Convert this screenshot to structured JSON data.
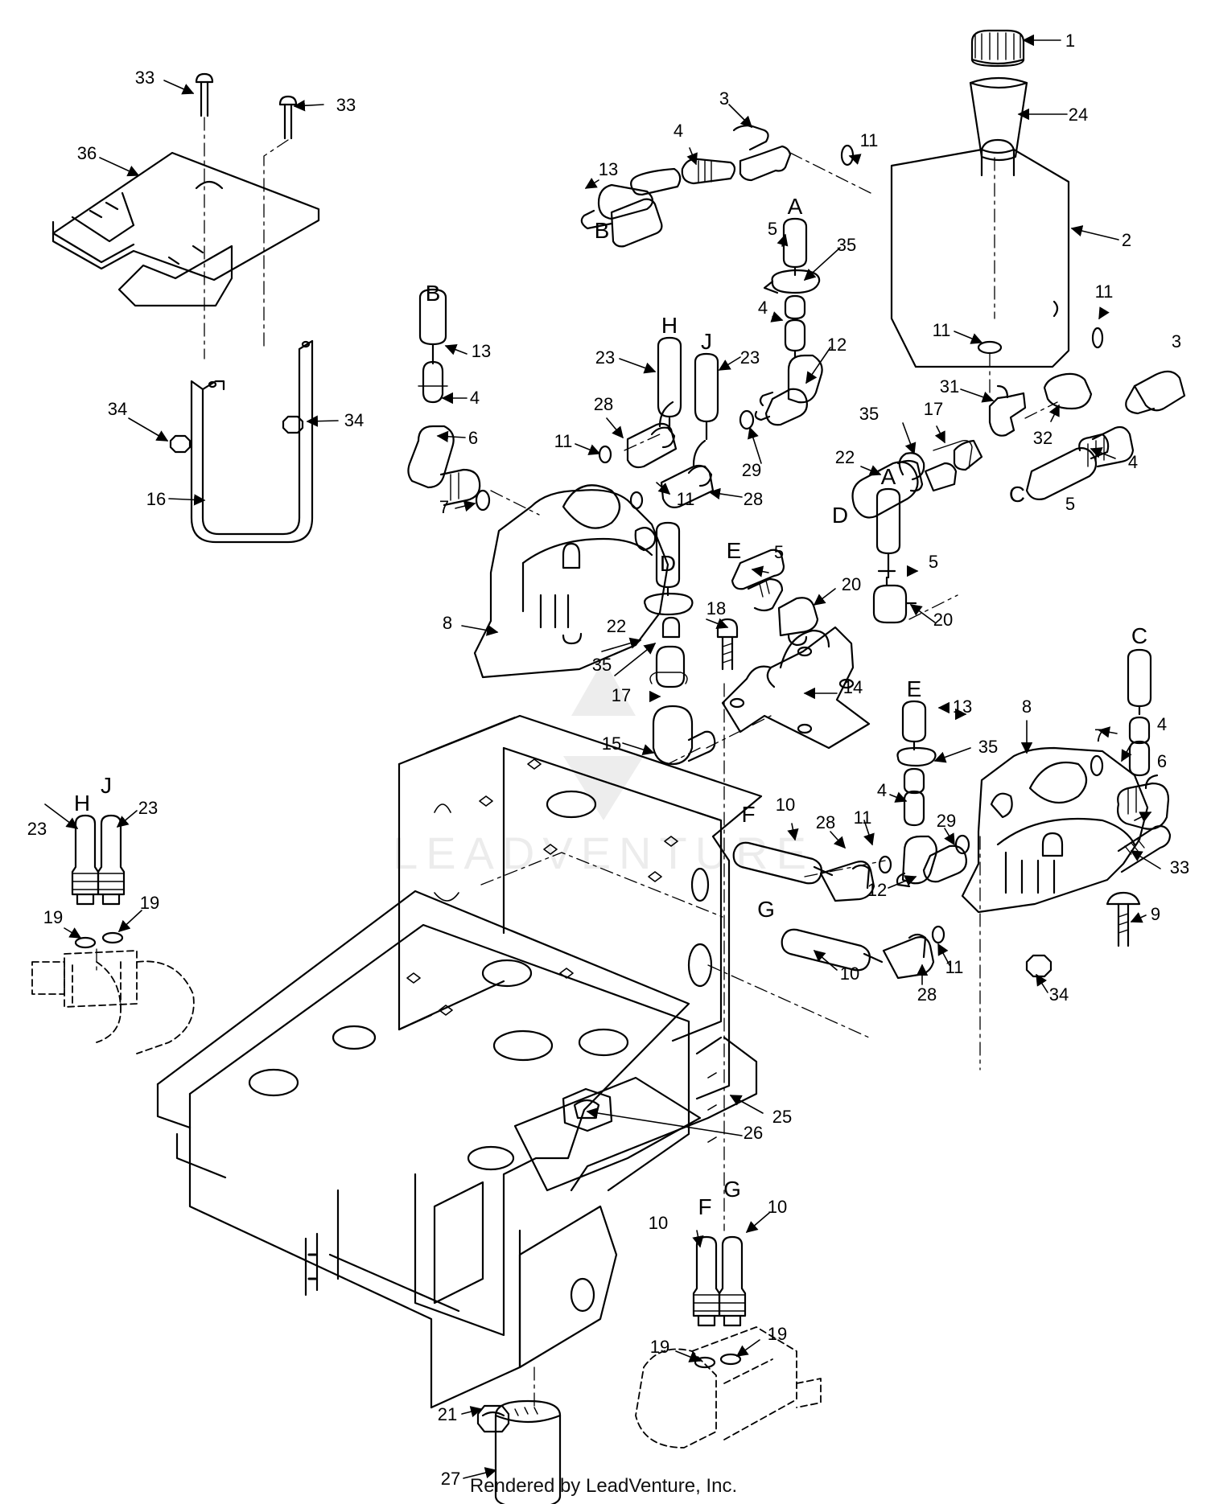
{
  "footer": "Rendered by LeadVenture, Inc.",
  "watermark": "LEADVENTURE",
  "callouts": [
    {
      "id": "c1",
      "text": "1"
    },
    {
      "id": "c24",
      "text": "24"
    },
    {
      "id": "c2",
      "text": "2"
    },
    {
      "id": "c11a",
      "text": "11"
    },
    {
      "id": "c11b",
      "text": "11"
    },
    {
      "id": "c11c",
      "text": "11"
    },
    {
      "id": "c3a",
      "text": "3"
    },
    {
      "id": "c4a",
      "text": "4"
    },
    {
      "id": "c13a",
      "text": "13"
    },
    {
      "id": "c5a",
      "text": "5"
    },
    {
      "id": "c35a",
      "text": "35"
    },
    {
      "id": "c4b",
      "text": "4"
    },
    {
      "id": "c12a",
      "text": "12"
    },
    {
      "id": "c31",
      "text": "31"
    },
    {
      "id": "c35b",
      "text": "35"
    },
    {
      "id": "c17a",
      "text": "17"
    },
    {
      "id": "c22a",
      "text": "22"
    },
    {
      "id": "c32",
      "text": "32"
    },
    {
      "id": "c3b",
      "text": "3"
    },
    {
      "id": "c4c",
      "text": "4"
    },
    {
      "id": "c5b",
      "text": "5"
    },
    {
      "id": "c13b",
      "text": "13"
    },
    {
      "id": "c4d",
      "text": "4"
    },
    {
      "id": "c6a",
      "text": "6"
    },
    {
      "id": "c7a",
      "text": "7"
    },
    {
      "id": "c8a",
      "text": "8"
    },
    {
      "id": "c23a",
      "text": "23"
    },
    {
      "id": "c23b",
      "text": "23"
    },
    {
      "id": "c28a",
      "text": "28"
    },
    {
      "id": "c11d",
      "text": "11"
    },
    {
      "id": "c11e",
      "text": "11"
    },
    {
      "id": "c28b",
      "text": "28"
    },
    {
      "id": "c29a",
      "text": "29"
    },
    {
      "id": "c33a",
      "text": "33"
    },
    {
      "id": "c33b",
      "text": "33"
    },
    {
      "id": "c36",
      "text": "36"
    },
    {
      "id": "c34a",
      "text": "34"
    },
    {
      "id": "c34b",
      "text": "34"
    },
    {
      "id": "c16",
      "text": "16"
    },
    {
      "id": "c5c",
      "text": "5"
    },
    {
      "id": "c20a",
      "text": "20"
    },
    {
      "id": "c5d",
      "text": "5"
    },
    {
      "id": "c20b",
      "text": "20"
    },
    {
      "id": "c22b",
      "text": "22"
    },
    {
      "id": "c35c",
      "text": "35"
    },
    {
      "id": "c18",
      "text": "18"
    },
    {
      "id": "c17b",
      "text": "17"
    },
    {
      "id": "c14",
      "text": "14"
    },
    {
      "id": "c15",
      "text": "15"
    },
    {
      "id": "c13c",
      "text": "13"
    },
    {
      "id": "c35d",
      "text": "35"
    },
    {
      "id": "c8b",
      "text": "8"
    },
    {
      "id": "c7b",
      "text": "7"
    },
    {
      "id": "c4e",
      "text": "4"
    },
    {
      "id": "c6b",
      "text": "6"
    },
    {
      "id": "c4f",
      "text": "4"
    },
    {
      "id": "c10a",
      "text": "10"
    },
    {
      "id": "c28c",
      "text": "28"
    },
    {
      "id": "c11f",
      "text": "11"
    },
    {
      "id": "c29b",
      "text": "29"
    },
    {
      "id": "c12b",
      "text": "12"
    },
    {
      "id": "c33c",
      "text": "33"
    },
    {
      "id": "c9",
      "text": "9"
    },
    {
      "id": "c10b",
      "text": "10"
    },
    {
      "id": "c28d",
      "text": "28"
    },
    {
      "id": "c11g",
      "text": "11"
    },
    {
      "id": "c34c",
      "text": "34"
    },
    {
      "id": "c23c",
      "text": "23"
    },
    {
      "id": "c23d",
      "text": "23"
    },
    {
      "id": "c19a",
      "text": "19"
    },
    {
      "id": "c19b",
      "text": "19"
    },
    {
      "id": "c26",
      "text": "26"
    },
    {
      "id": "c25",
      "text": "25"
    },
    {
      "id": "c10c",
      "text": "10"
    },
    {
      "id": "c10d",
      "text": "10"
    },
    {
      "id": "c19c",
      "text": "19"
    },
    {
      "id": "c19d",
      "text": "19"
    },
    {
      "id": "c21",
      "text": "21"
    },
    {
      "id": "c27",
      "text": "27"
    }
  ],
  "hose_letters": [
    {
      "id": "LB1",
      "text": "B"
    },
    {
      "id": "LA1",
      "text": "A"
    },
    {
      "id": "LB2",
      "text": "B"
    },
    {
      "id": "LH1",
      "text": "H"
    },
    {
      "id": "LJ1",
      "text": "J"
    },
    {
      "id": "LD1",
      "text": "D"
    },
    {
      "id": "LC1",
      "text": "C"
    },
    {
      "id": "LD2",
      "text": "D"
    },
    {
      "id": "LE1",
      "text": "E"
    },
    {
      "id": "LA2",
      "text": "A"
    },
    {
      "id": "LC2",
      "text": "C"
    },
    {
      "id": "LE2",
      "text": "E"
    },
    {
      "id": "LF1",
      "text": "F"
    },
    {
      "id": "LG1",
      "text": "G"
    },
    {
      "id": "LH2",
      "text": "H"
    },
    {
      "id": "LJ2",
      "text": "J"
    },
    {
      "id": "LF2",
      "text": "F"
    },
    {
      "id": "LG2",
      "text": "G"
    }
  ]
}
